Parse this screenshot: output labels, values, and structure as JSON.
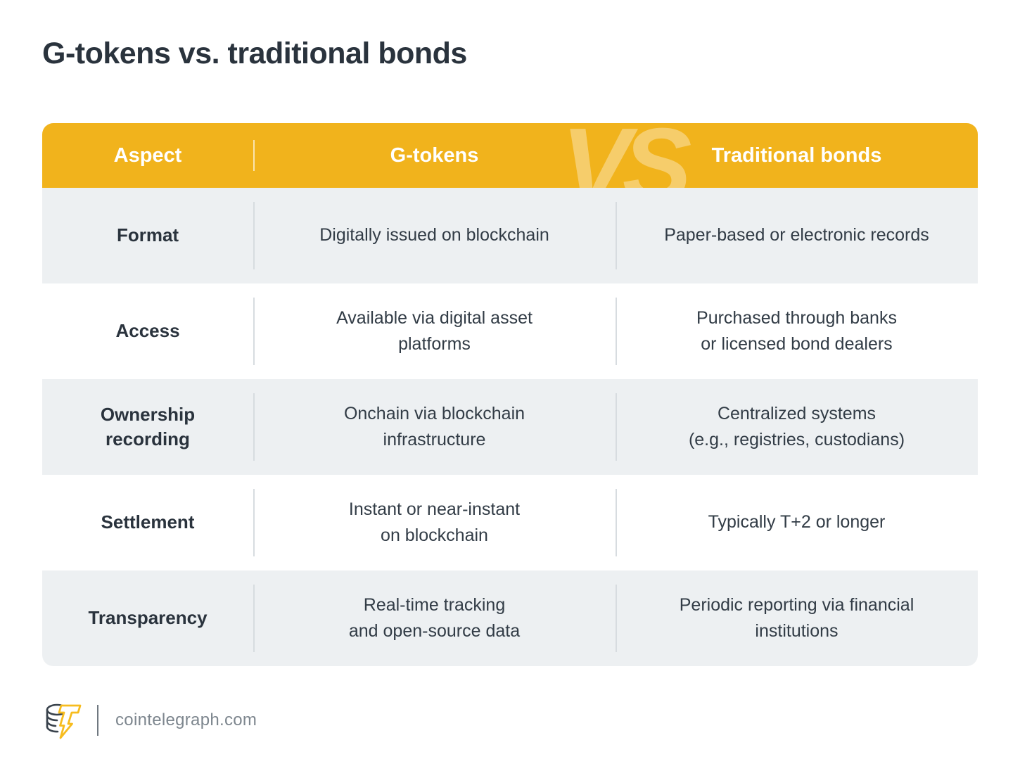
{
  "page": {
    "title": "G-tokens vs. traditional bonds"
  },
  "table": {
    "header": {
      "aspect": "Aspect",
      "g_tokens": "G-tokens",
      "traditional_bonds": "Traditional bonds",
      "vs_watermark": "VS"
    },
    "rows": [
      {
        "aspect": "Format",
        "g_tokens": "Digitally issued on blockchain",
        "traditional_bonds": "Paper-based or electronic records"
      },
      {
        "aspect": "Access",
        "g_tokens": "Available via digital asset\nplatforms",
        "traditional_bonds": "Purchased through banks\nor licensed bond dealers"
      },
      {
        "aspect": "Ownership\nrecording",
        "g_tokens": "Onchain via blockchain\ninfrastructure",
        "traditional_bonds": "Centralized systems\n(e.g., registries, custodians)"
      },
      {
        "aspect": "Settlement",
        "g_tokens": "Instant or near-instant\non blockchain",
        "traditional_bonds": "Typically T+2 or longer"
      },
      {
        "aspect": "Transparency",
        "g_tokens": "Real-time tracking\nand open-source data",
        "traditional_bonds": "Periodic reporting via financial\ninstitutions"
      }
    ]
  },
  "footer": {
    "site": "cointelegraph.com",
    "logo": "cointelegraph-coin-bolt-logo"
  },
  "colors": {
    "header_amber": "#f1b31c",
    "vs_watermark": "rgba(255,255,255,0.35)",
    "row_gray": "#edf0f2",
    "text_dark": "#2a333d",
    "divider_gray": "#d7dce0",
    "brand_yellow": "#f7bc1e",
    "footer_text": "#7d868e"
  }
}
